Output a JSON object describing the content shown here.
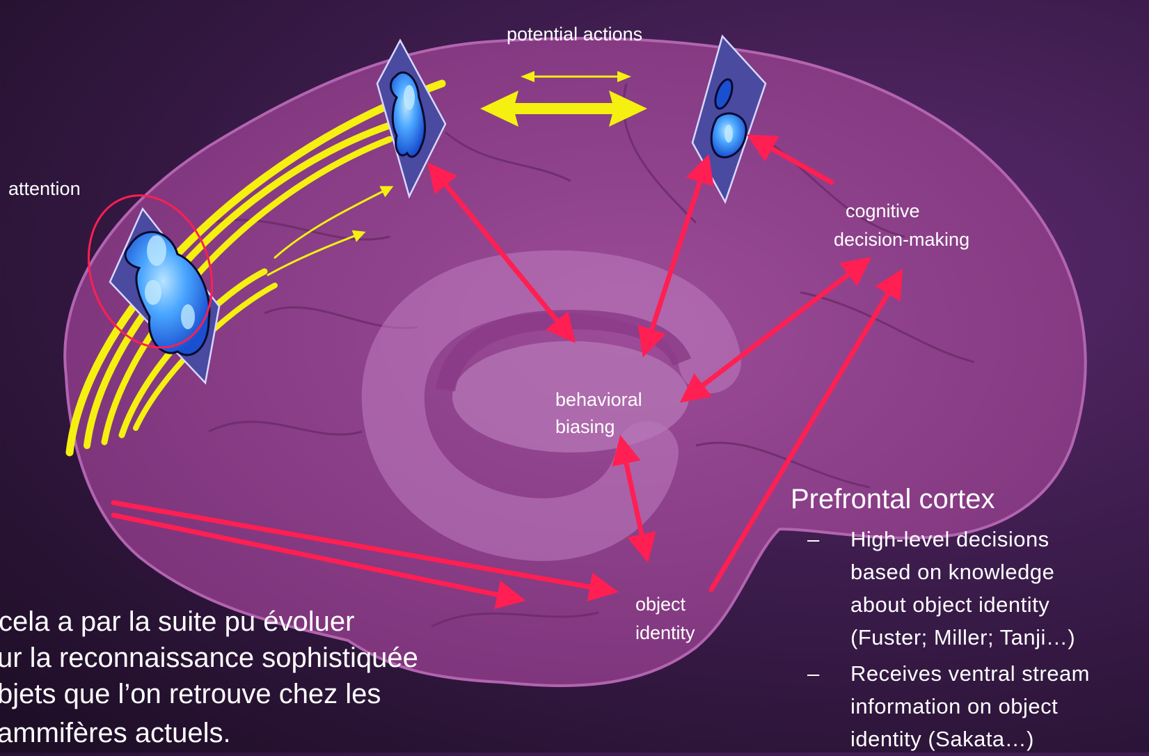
{
  "labels": {
    "potential_actions": "potential actions",
    "attention": "attention",
    "cognitive_line1": "cognitive",
    "cognitive_line2": "decision-making",
    "behavioral_line1": "behavioral",
    "behavioral_line2": "biasing",
    "object_line1": "object",
    "object_line2": "identity"
  },
  "prefrontal": {
    "title": "Prefrontal cortex",
    "bullet_marker": "–",
    "bullet1": [
      "High-level decisions",
      "based on knowledge",
      "about object identity",
      "(Fuster; Miller; Tanji…)"
    ],
    "bullet2": [
      "Receives ventral stream",
      "information on object",
      "identity (Sakata…)"
    ]
  },
  "caption": {
    "lines": [
      "cela a par la suite pu évoluer",
      "ur la reconnaissance sophistiquée",
      "bjets que l’on retrouve chez les",
      "ammifères actuels."
    ]
  },
  "colors": {
    "brain": "#8e3f8b",
    "arrow_red": "#ff1f52",
    "arrow_yellow": "#f5f010",
    "panel": "#4a4aa0",
    "blob": "#3b8cff"
  }
}
